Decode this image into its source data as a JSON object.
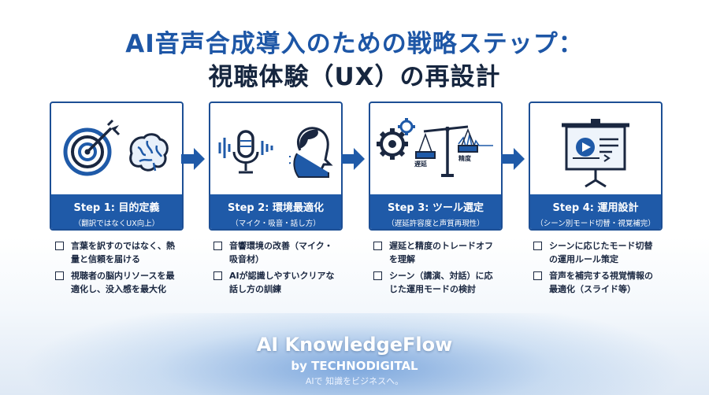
{
  "title": {
    "line1": "AI音声合成導入のための戦略ステップ：",
    "line2": "視聴体験（UX）の再設計"
  },
  "steps": [
    {
      "title": "Step 1: 目的定義",
      "subtitle": "（翻訳ではなくUX向上）",
      "bullets": [
        "言葉を訳すのではなく、熱量と信頼を届ける",
        "視聴者の脳内リソースを最適化し、没入感を最大化"
      ]
    },
    {
      "title": "Step 2: 環境最適化",
      "subtitle": "（マイク・吸音・話し方）",
      "bullets": [
        "音響環境の改善（マイク・吸音材）",
        "AIが認識しやすいクリアな話し方の訓練"
      ]
    },
    {
      "title": "Step 3: ツール選定",
      "subtitle": "（遅延許容度と声質再現性）",
      "icon_labels": [
        "遅延",
        "精度"
      ],
      "bullets": [
        "遅延と精度のトレードオフを理解",
        "シーン（講演、対話）に応じた運用モードの検討"
      ]
    },
    {
      "title": "Step 4: 運用設計",
      "subtitle": "（シーン別モード切替・視覚補完）",
      "bullets": [
        "シーンに応じたモード切替の運用ルール策定",
        "音声を補完する視覚情報の最適化（スライド等）"
      ]
    }
  ],
  "footer": {
    "brand": "AI KnowledgeFlow",
    "by": "by TECHNODIGITAL",
    "tagline": "AIで 知識をビジネスへ。"
  },
  "colors": {
    "accent": "#1f5aa8",
    "dark": "#16263f",
    "title_blue": "#1d56a6"
  },
  "icons": [
    "target-icon",
    "brain-icon",
    "microphone-icon",
    "speaking-person-icon",
    "gears-icon",
    "balance-scale-icon",
    "presentation-screen-icon",
    "arrow-right-icon"
  ]
}
